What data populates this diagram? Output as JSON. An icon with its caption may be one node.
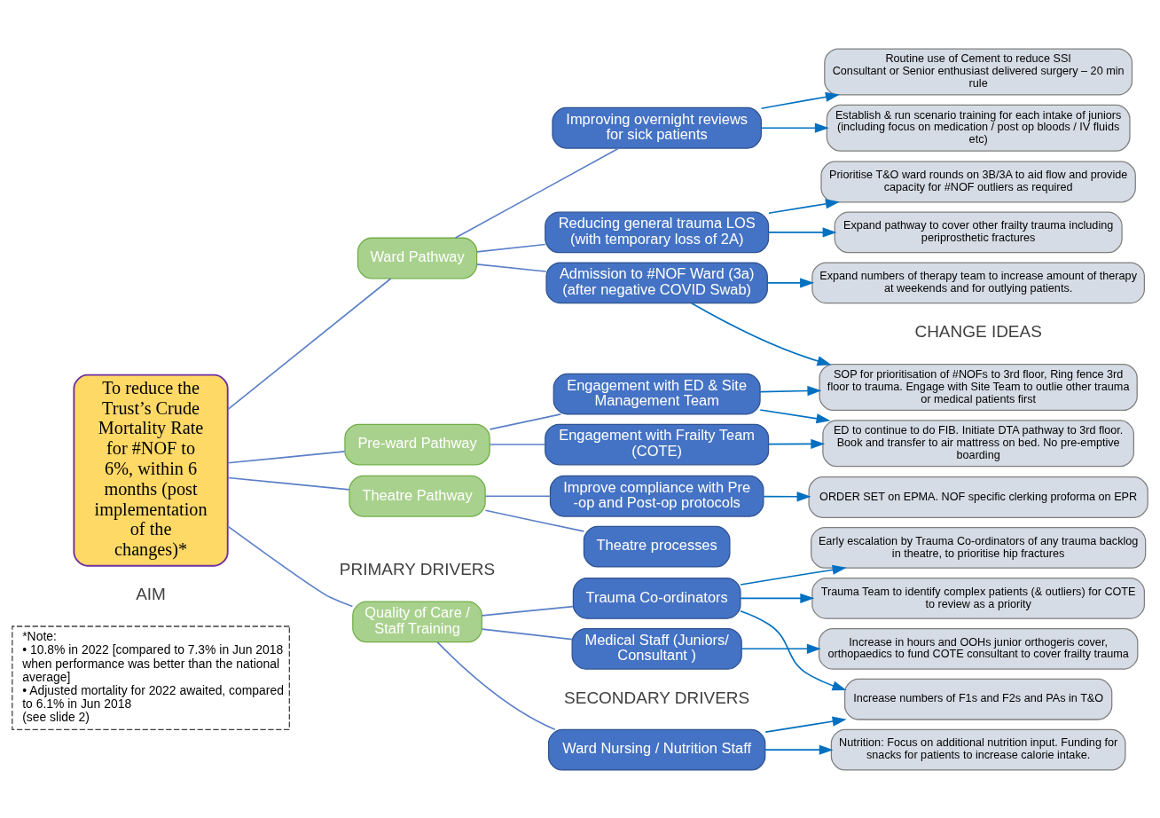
{
  "diagram": {
    "nodes": [
      {
        "text": [
          "To reduce the Trust’s Crude Mortality Rate for #NOF to 6%, within 6 months (post implementation of the changes)*"
        ]
      },
      {
        "text": [
          "Pre-ward Pathway"
        ]
      },
      {
        "text": [
          "Ward Pathway"
        ]
      },
      {
        "text": [
          "Theatre Pathway"
        ]
      },
      {
        "text": [
          "Quality of Care / Staff Training"
        ]
      },
      {
        "text": [
          "Engagement with ED & Site Management Team"
        ]
      },
      {
        "text": [
          "Engagement with Frailty Team (COTE)"
        ]
      },
      {
        "text": [
          "Admission to #NOF Ward (3a)",
          "(after negative COVID Swab)"
        ]
      },
      {
        "text": [
          "Reducing general trauma LOS",
          "(with temporary loss of 2A)"
        ]
      },
      {
        "text": [
          "Improving overnight reviews for sick patients"
        ]
      },
      {
        "text": [
          "Improve compliance with Pre -op and Post-op protocols"
        ]
      },
      {
        "text": [
          "Theatre processes"
        ]
      },
      {
        "text": [
          "Trauma Co-ordinators"
        ]
      },
      {
        "text": [
          "Medical Staff (Juniors/ Consultant )"
        ]
      },
      {
        "text": [
          "Ward Nursing / Nutrition Staff"
        ]
      },
      {
        "text": [
          "ED to continue to do FIB. Initiate DTA pathway to 3rd floor. Book and transfer to air mattress on bed. No pre-emptive boarding"
        ]
      },
      {
        "text": [
          "SOP for prioritisation of #NOFs to 3rd floor, Ring fence 3rd floor to trauma. Engage with Site Team to outlie other trauma or medical patients first"
        ]
      },
      {
        "text": [
          "Expand numbers of therapy team to increase amount of therapy at weekends and for outlying patients."
        ]
      },
      {
        "text": [
          "Expand pathway to cover other frailty trauma including periprosthetic fractures"
        ]
      },
      {
        "text": [
          "Prioritise T&O ward rounds on 3B/3A to aid flow and provide capacity for #NOF outliers as required"
        ]
      },
      {
        "text": [
          "ORDER SET on EPMA. NOF specific clerking proforma on EPR"
        ]
      },
      {
        "text": [
          "Establish & run scenario training for each intake of juniors (including focus on medication / post op bloods / IV fluids etc)"
        ]
      },
      {
        "text": [
          "Routine use of Cement to reduce SSI",
          "Consultant or Senior enthusiast delivered surgery – 20 min rule"
        ]
      },
      {
        "text": [
          "Trauma Team to identify complex patients (& outliers) for COTE to review as a priority"
        ]
      },
      {
        "text": [
          "Early escalation by Trauma Co-ordinators of any trauma backlog in theatre, to prioritise hip fractures"
        ]
      },
      {
        "text": [
          "Increase numbers of F1s and F2s and PAs in T&O"
        ]
      },
      {
        "text": [
          "Increase in hours and OOHs junior orthogeris cover, orthopaedics to fund COTE consultant to cover frailty trauma"
        ]
      },
      {
        "text": [
          "Nutrition: Focus on additional nutrition input. Funding for snacks for patients to increase calorie intake."
        ]
      },
      {
        "text": [
          "*Note:",
          "• 10.8% in 2022 [compared to 7.3% in Jun 2018 when performance was better than the national average]",
          "• Adjusted mortality for 2022 awaited, compared to 6.1% in Jun 2018",
          "(see slide 2)"
        ]
      }
    ],
    "edges": [
      {
        "from": 0,
        "to": 1,
        "arrow": "none",
        "color": "#5b7fc7"
      },
      {
        "from": 0,
        "to": 2,
        "arrow": "none",
        "color": "#5b7fc7"
      },
      {
        "from": 0,
        "to": 3,
        "arrow": "none",
        "color": "#5b7fc7"
      },
      {
        "from": 0,
        "to": 4,
        "arrow": "none",
        "color": "#5b7fc7"
      },
      {
        "from": 1,
        "to": 5,
        "arrow": "none",
        "color": "#5b7fc7"
      },
      {
        "from": 1,
        "to": 6,
        "arrow": "none",
        "color": "#5b7fc7"
      },
      {
        "from": 2,
        "to": 7,
        "arrow": "none",
        "color": "#5b7fc7"
      },
      {
        "from": 2,
        "to": 8,
        "arrow": "none",
        "color": "#5b7fc7"
      },
      {
        "from": 2,
        "to": 9,
        "arrow": "none",
        "color": "#5b7fc7"
      },
      {
        "from": 3,
        "to": 10,
        "arrow": "none",
        "color": "#5b7fc7"
      },
      {
        "from": 3,
        "to": 11,
        "arrow": "none",
        "color": "#5b7fc7"
      },
      {
        "from": 4,
        "to": 12,
        "arrow": "none",
        "color": "#5b7fc7"
      },
      {
        "from": 4,
        "to": 13,
        "arrow": "none",
        "color": "#5b7fc7"
      },
      {
        "from": 4,
        "to": 14,
        "arrow": "none",
        "color": "#5b7fc7"
      },
      {
        "from": 5,
        "to": 15,
        "arrow": "to"
      },
      {
        "from": 5,
        "to": 16,
        "arrow": "to"
      },
      {
        "from": 6,
        "to": 15,
        "arrow": "to"
      },
      {
        "from": 7,
        "to": 16,
        "arrow": "to"
      },
      {
        "from": 7,
        "to": 17,
        "arrow": "to"
      },
      {
        "from": 8,
        "to": 18,
        "arrow": "to"
      },
      {
        "from": 8,
        "to": 19,
        "arrow": "to"
      },
      {
        "from": 10,
        "to": 20,
        "arrow": "to"
      },
      {
        "from": 9,
        "to": 21,
        "arrow": "to"
      },
      {
        "from": 9,
        "to": 22,
        "arrow": "to"
      },
      {
        "from": 12,
        "to": 23,
        "arrow": "to"
      },
      {
        "from": 12,
        "to": 24,
        "arrow": "to"
      },
      {
        "from": 12,
        "to": 25,
        "arrow": "to"
      },
      {
        "from": 14,
        "to": 25,
        "arrow": "to"
      },
      {
        "from": 13,
        "to": 26,
        "arrow": "to"
      },
      {
        "from": 14,
        "to": 27,
        "arrow": "to"
      }
    ],
    "labels": [
      "AIM",
      "PRIMARY DRIVERS",
      "SECONDARY DRIVERS",
      "CHANGE IDEAS"
    ]
  }
}
